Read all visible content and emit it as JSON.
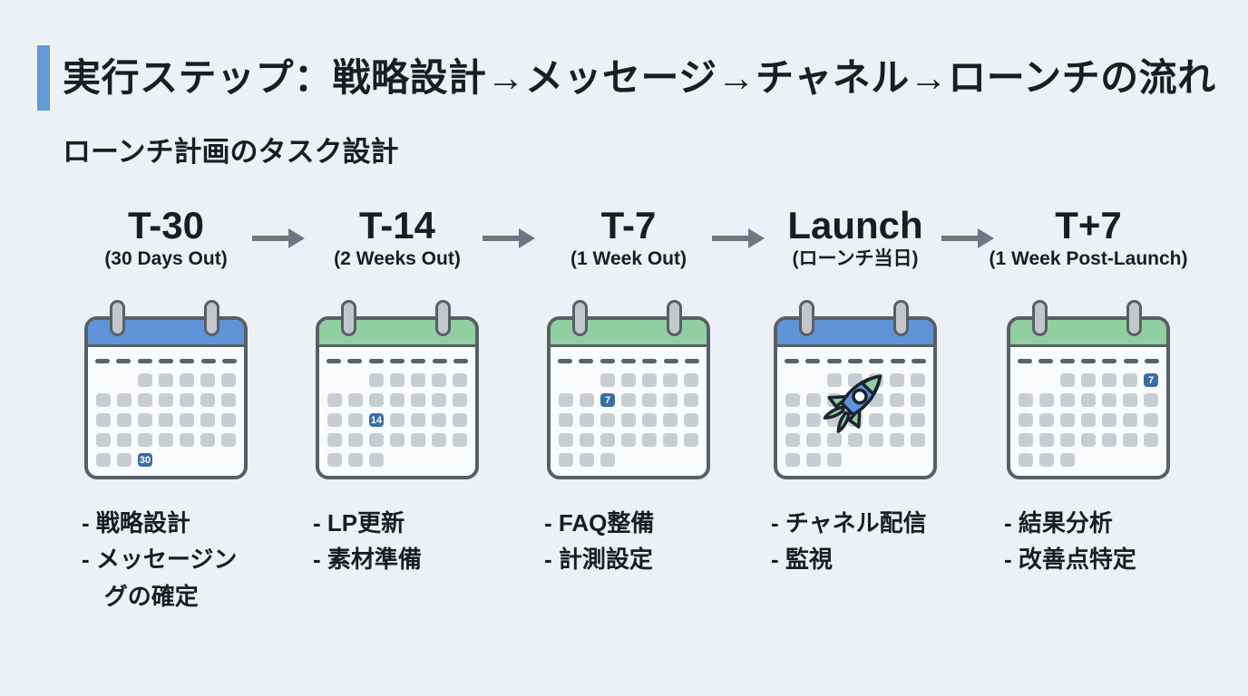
{
  "slide": {
    "title": "実行ステップ：戦略設計→メッセージ→チャネル→ローンチの流れ",
    "subtitle": "ローンチ計画のタスク設計"
  },
  "colors": {
    "background": "#EDF1F5",
    "accent_bar": "#609BD8",
    "calendar_blue": "#5E93D8",
    "calendar_green": "#90CFA0",
    "calendar_outline": "#585F67",
    "grid_cell_gray": "#C9CDD3",
    "badge_blue": "#3A6CA8",
    "arrow_gray": "#6E7781",
    "text_dark": "#1A1D21"
  },
  "phases": [
    {
      "label": "T-30",
      "sublabel": "(30 Days Out)",
      "calendar": {
        "header": "blue",
        "badge": {
          "text": "30",
          "row": 5,
          "col": 3
        },
        "rocket": false
      },
      "tasks": [
        "- 戦略設計",
        "- メッセージングの確定"
      ]
    },
    {
      "label": "T-14",
      "sublabel": "(2 Weeks Out)",
      "calendar": {
        "header": "green",
        "badge": {
          "text": "14",
          "row": 3,
          "col": 3
        },
        "rocket": false
      },
      "tasks": [
        "- LP更新",
        "- 素材準備"
      ]
    },
    {
      "label": "T-7",
      "sublabel": "(1 Week Out)",
      "calendar": {
        "header": "green",
        "badge": {
          "text": "7",
          "row": 2,
          "col": 3
        },
        "rocket": false
      },
      "tasks": [
        "- FAQ整備",
        "- 計測設定"
      ]
    },
    {
      "label": "Launch",
      "sublabel": "(ローンチ当日)",
      "calendar": {
        "header": "blue",
        "badge": null,
        "rocket": true
      },
      "tasks": [
        "- チャネル配信",
        "- 監視"
      ]
    },
    {
      "label": "T+7",
      "sublabel": "(1 Week Post-Launch)",
      "calendar": {
        "header": "green",
        "badge": {
          "text": "7",
          "row": 1,
          "col": 7
        },
        "rocket": false
      },
      "tasks": [
        "- 結果分析",
        "- 改善点特定"
      ]
    }
  ]
}
